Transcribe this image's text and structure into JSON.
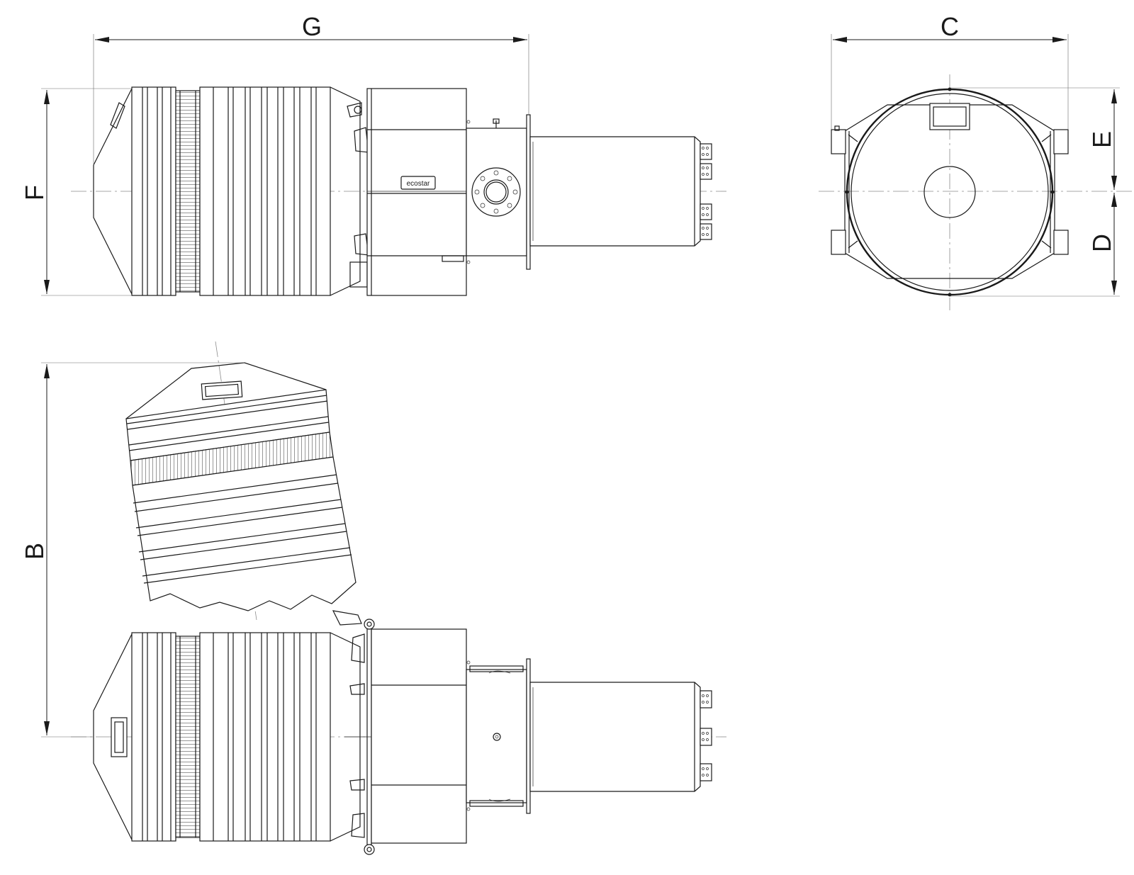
{
  "dimensions": {
    "width_top": "C",
    "height_upper": "E",
    "height_lower": "D",
    "height_side": "F",
    "length_side": "G",
    "height_open": "B"
  },
  "brand_plate": "ecostar"
}
